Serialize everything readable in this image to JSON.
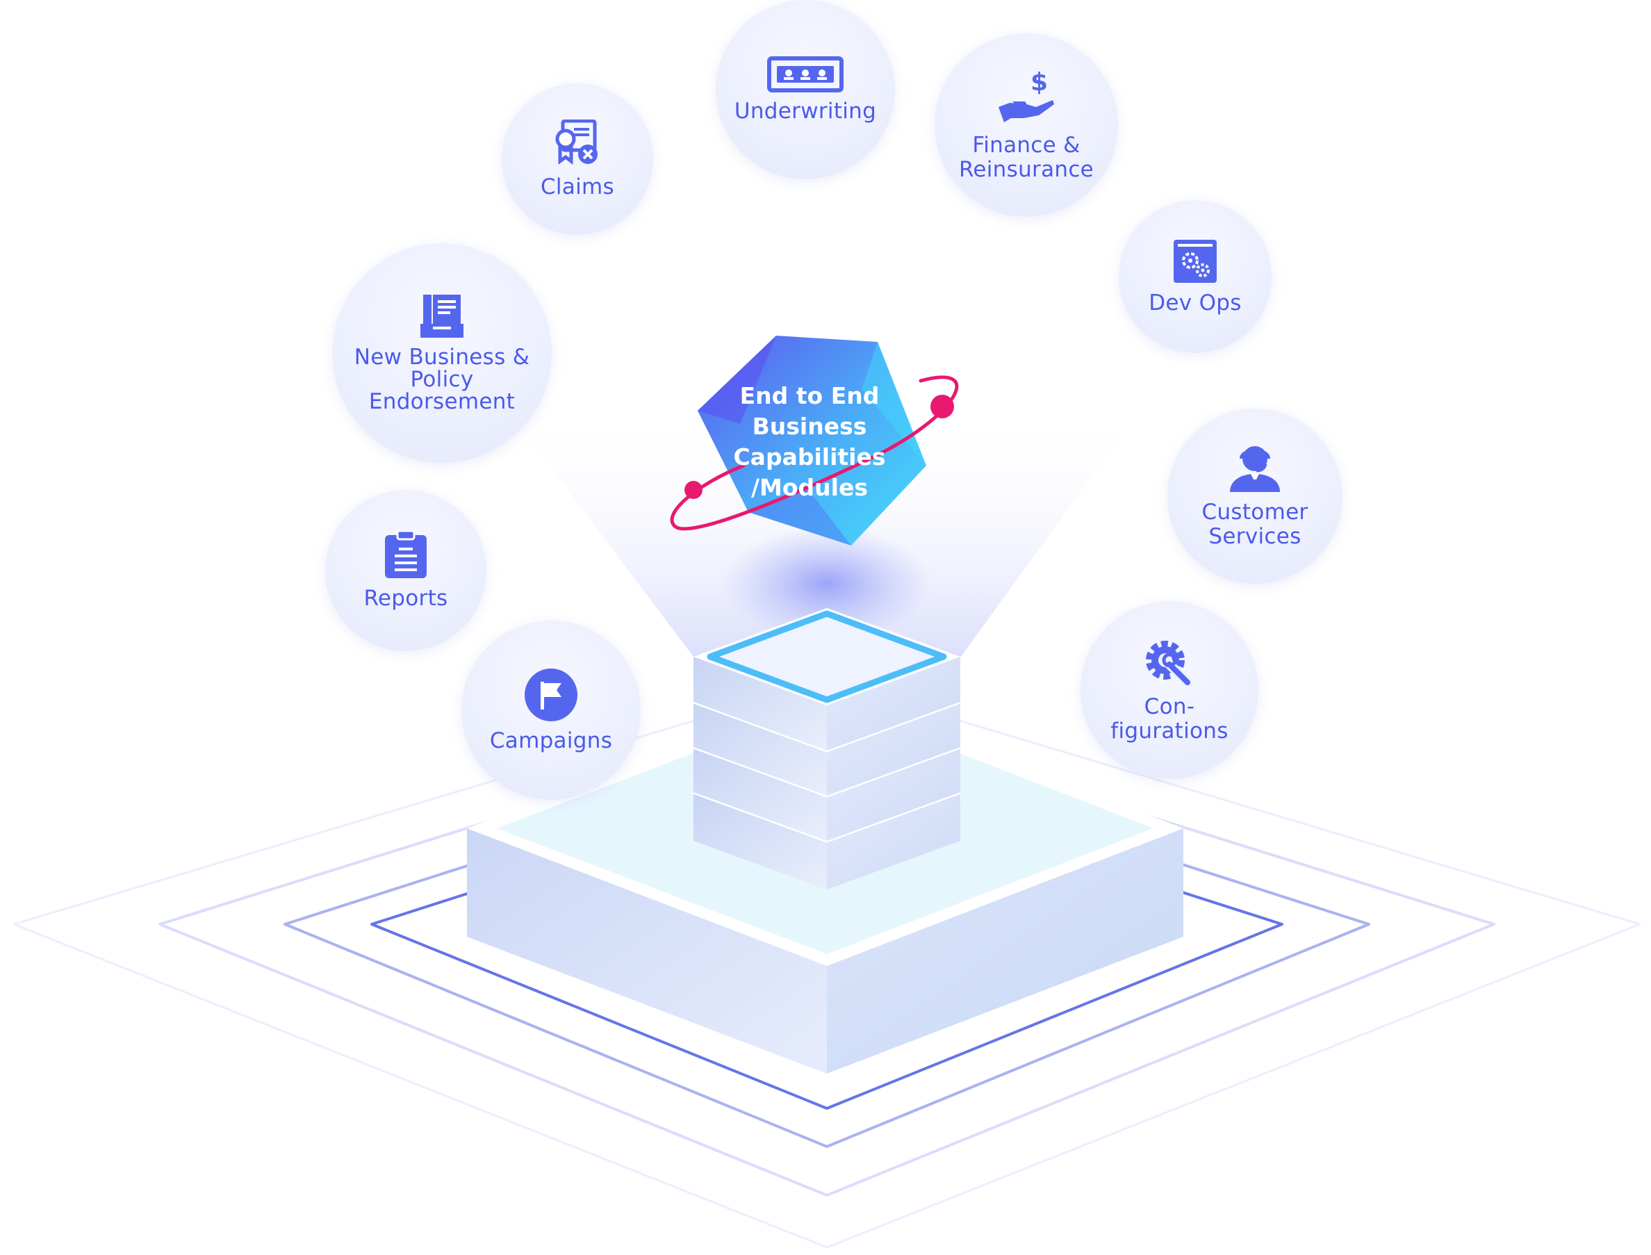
{
  "center": {
    "title": "End to End\nBusiness\nCapabilities\n/Modules"
  },
  "modules": [
    {
      "label": "Underwriting",
      "icon": "id-card-icon"
    },
    {
      "label": "Finance &\nReinsurance",
      "icon": "hand-dollar-icon"
    },
    {
      "label": "Claims",
      "icon": "certificate-x-icon"
    },
    {
      "label": "Dev Ops",
      "icon": "gears-window-icon"
    },
    {
      "label": "New Business &\nPolicy\nEndorsement",
      "icon": "document-tray-icon"
    },
    {
      "label": "Customer\nServices",
      "icon": "agent-headset-icon"
    },
    {
      "label": "Reports",
      "icon": "clipboard-icon"
    },
    {
      "label": "Campaigns",
      "icon": "flag-icon"
    },
    {
      "label": "Con-\nfigurations",
      "icon": "gear-wrench-icon"
    }
  ],
  "colors": {
    "accent": "#4a5ae8",
    "icon": "#5566ee",
    "orbit": "#e8196f",
    "hexagon_from": "#5a5af0",
    "hexagon_to": "#46d6fb",
    "outline_cyan": "#4dbdf8"
  }
}
